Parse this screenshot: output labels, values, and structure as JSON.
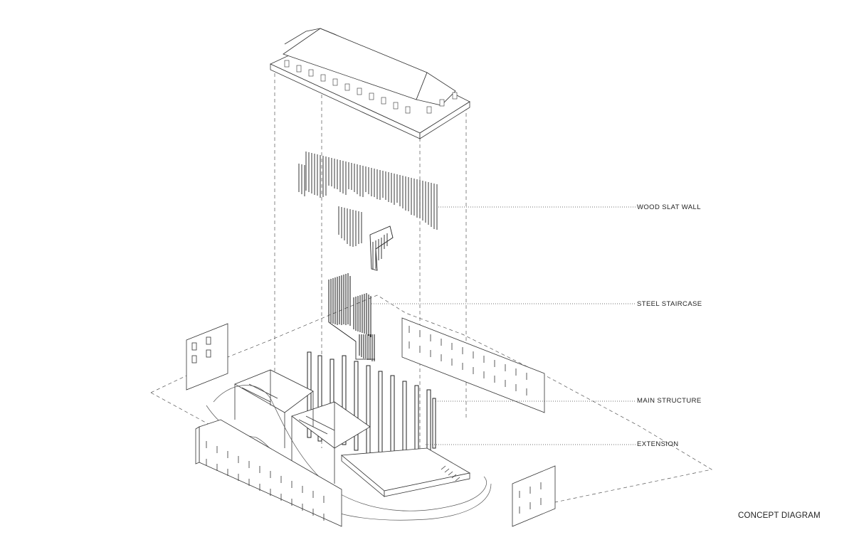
{
  "labels": {
    "wood_slat_wall": "WOOD SLAT WALL",
    "steel_staircase": "STEEL STAIRCASE",
    "main_structure": "MAIN STRUCTURE",
    "extension": "EXTENSION"
  },
  "caption": "CONCEPT DIAGRAM"
}
